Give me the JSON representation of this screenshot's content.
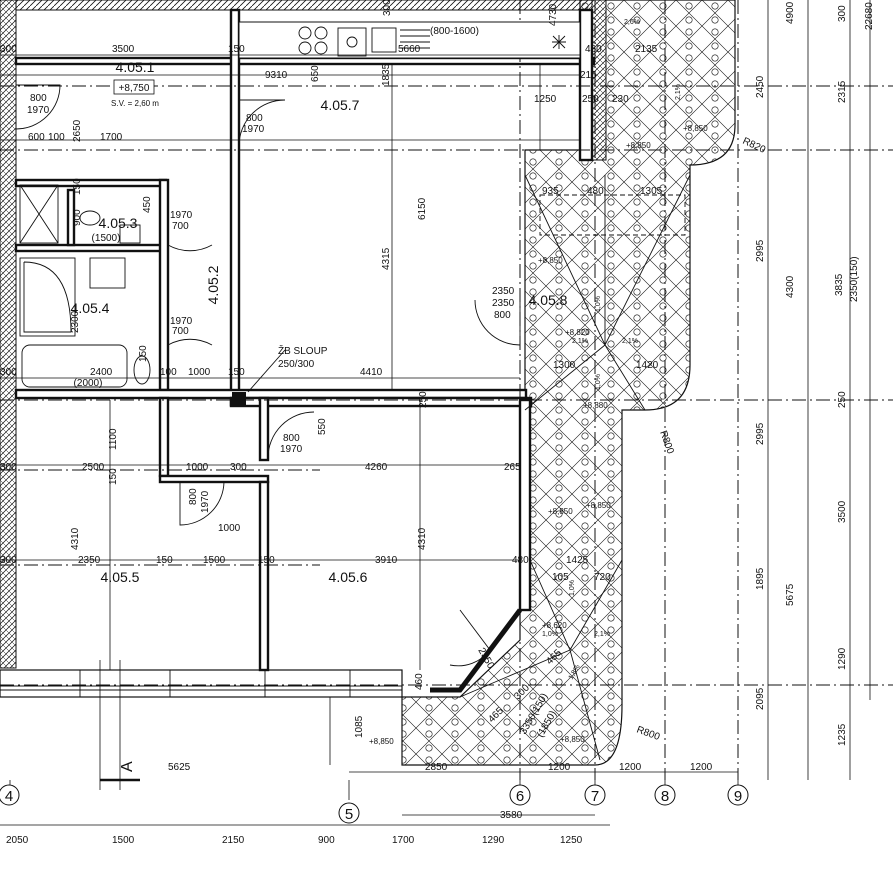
{
  "rooms": {
    "r4051": {
      "id": "4.05.1",
      "level": "+8,750",
      "height": "S.V. = 2,60 m"
    },
    "r4052": {
      "id": "4.05.2"
    },
    "r4053": {
      "id": "4.05.3",
      "size": "(1500)"
    },
    "r4054": {
      "id": "4.05.4",
      "size": "(2000)"
    },
    "r4055": {
      "id": "4.05.5"
    },
    "r4056": {
      "id": "4.05.6"
    },
    "r4057": {
      "id": "4.05.7"
    },
    "r4058": {
      "id": "4.05.8"
    }
  },
  "column": {
    "label": "ŽB SLOUP",
    "size": "250/300"
  },
  "doors": [
    {
      "w": "800",
      "h": "1970"
    },
    {
      "w": "800",
      "h": "1970"
    },
    {
      "w": "1970",
      "h": "700"
    },
    {
      "w": "1970",
      "h": "700"
    },
    {
      "w": "800",
      "h": "1970"
    },
    {
      "w": "800",
      "h": "1970"
    },
    {
      "w": "2350",
      "h": "800"
    }
  ],
  "levels": [
    "+8,850",
    "+8,850",
    "+8,850",
    "+8,820",
    "+8,880",
    "+8,850",
    "+8,850",
    "+8,620",
    "+8,850",
    "+8,850"
  ],
  "slopes": [
    "2,6%",
    "2,1%",
    "2,1%",
    "1,0%",
    "1,0%",
    "2,1%",
    "1,0%",
    "1,0%",
    "1,8%",
    "2,1%"
  ],
  "radii": [
    "R820",
    "R800",
    "R800"
  ],
  "top_note": "(800-1600)",
  "section_mark": "A",
  "dims": {
    "d3500": "3500",
    "d150a": "150",
    "d5660": "5660",
    "d480a": "480",
    "d2135": "2135",
    "d9310": "9310",
    "d650": "650",
    "d1835": "1835",
    "d215": "215",
    "d1250": "1250",
    "d250a": "250",
    "d230": "230",
    "d600": "600",
    "d100": "100",
    "d2650": "2650",
    "d1700a": "1700",
    "d935": "935",
    "d480b": "480",
    "d1305": "1305",
    "d900": "900",
    "d450": "450",
    "d150b": "150",
    "d6150": "6150",
    "d4315": "4315",
    "d2300": "2300",
    "d2400": "2400",
    "d150c": "150",
    "d100b": "100",
    "d1000a": "1000",
    "d150d": "150",
    "d4410": "4410",
    "d250b": "250",
    "d1300": "1300",
    "d1420": "1420",
    "d2350a": "2350",
    "d1100": "1100",
    "d550": "550",
    "d2500": "2500",
    "d1000b": "1000",
    "d300a": "300",
    "d4260": "4260",
    "d265": "265",
    "d150e": "150",
    "d1000c": "1000",
    "d4310a": "4310",
    "d4310b": "4310",
    "d2350b": "2350",
    "d150f": "150",
    "d1500a": "1500",
    "d150g": "150",
    "d3910": "3910",
    "d480c": "480",
    "d1425": "1425",
    "d105": "105",
    "d720": "720",
    "d460": "460",
    "d465a": "465",
    "d465b": "465",
    "d300b": "300",
    "d2350c": "2350",
    "d1085": "1085",
    "d5625": "5625",
    "d2850": "2850",
    "d1200a": "1200",
    "d1200b": "1200",
    "d1200c": "1200",
    "d3580": "3580",
    "d2050": "2050",
    "d1500b": "1500",
    "d2150": "2150",
    "d900b": "900",
    "d1700b": "1700",
    "d1290": "1290",
    "d1250b": "1250",
    "d4900": "4900",
    "d2450": "2450",
    "d2995a": "2995",
    "d2995b": "2995",
    "d3500v": "3500",
    "d1895": "1895",
    "d1290v": "1290",
    "d2095": "2095",
    "d1235": "1235",
    "d2315": "2315",
    "d4300": "4300",
    "d5675": "5675",
    "d3835": "3835",
    "d2350150": "2350(150)",
    "d250v": "250",
    "d300v": "300",
    "d2268": "22680",
    "d4730": "4730",
    "d3508": "3350(150)",
    "d1850": "(1850)",
    "d300c": "300",
    "d300d": "300",
    "d300e": "300",
    "d300f": "300",
    "d300g": "300"
  },
  "axes": [
    "4",
    "5",
    "6",
    "7",
    "8",
    "9"
  ]
}
